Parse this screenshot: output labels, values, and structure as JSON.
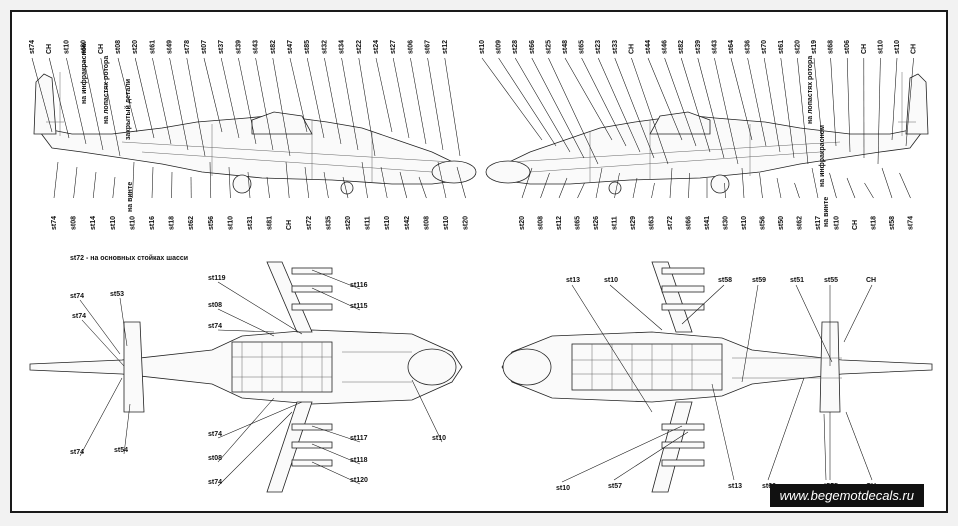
{
  "diagram": {
    "left_view": {
      "top_labels": [
        "st74",
        "CH",
        "st10",
        "st80",
        "CH",
        "st08",
        "st20",
        "st61",
        "st49",
        "st78",
        "st07",
        "st37",
        "st39",
        "st43",
        "st82",
        "st47",
        "st85",
        "st32",
        "st34",
        "st22",
        "st24",
        "st27",
        "st06",
        "st67",
        "st12"
      ],
      "bottom_labels": [
        "st74",
        "st08",
        "st14",
        "st10",
        "st10",
        "st16",
        "st18",
        "st62",
        "st56",
        "st10",
        "st31",
        "st81",
        "CH",
        "st72",
        "st35",
        "st20",
        "st11",
        "st10",
        "st42",
        "st08",
        "st10",
        "st20"
      ],
      "side_notes": [
        "на инфракрасном",
        "на лопастях ротора",
        "закрытый детали",
        "на винте"
      ]
    },
    "right_view": {
      "top_labels": [
        "st10",
        "st09",
        "st28",
        "st66",
        "st25",
        "st48",
        "st65",
        "st23",
        "st33",
        "CH",
        "st44",
        "st46",
        "st82",
        "st39",
        "st43",
        "st64",
        "st36",
        "st70",
        "st61",
        "st20",
        "st19",
        "st68",
        "st06",
        "CH",
        "st10",
        "st10",
        "CH"
      ],
      "bottom_labels": [
        "st20",
        "st08",
        "st12",
        "st65",
        "st26",
        "st11",
        "st29",
        "st63",
        "st72",
        "st66",
        "st41",
        "st30",
        "st10",
        "st56",
        "st50",
        "st62",
        "st17",
        "st10",
        "CH",
        "st18",
        "st58",
        "st74"
      ],
      "side_notes": [
        "на инфракрасном",
        "на лопастях ротора",
        "на винте"
      ]
    },
    "top_view": {
      "note": "st72 - на основных стойках шасси",
      "labels": [
        "st74",
        "st53",
        "st74",
        "st54",
        "st74",
        "st08",
        "st74",
        "st119",
        "st116",
        "st115",
        "st74",
        "st08",
        "st74",
        "st117",
        "st118",
        "st120",
        "st10"
      ]
    },
    "bottom_view": {
      "labels": [
        "st13",
        "st10",
        "st58",
        "st59",
        "st51",
        "st55",
        "CH",
        "st10",
        "st57",
        "st13",
        "st60",
        "st52",
        "st55",
        "CH"
      ]
    }
  },
  "footer": {
    "url": "www.begemotdecals.ru"
  }
}
